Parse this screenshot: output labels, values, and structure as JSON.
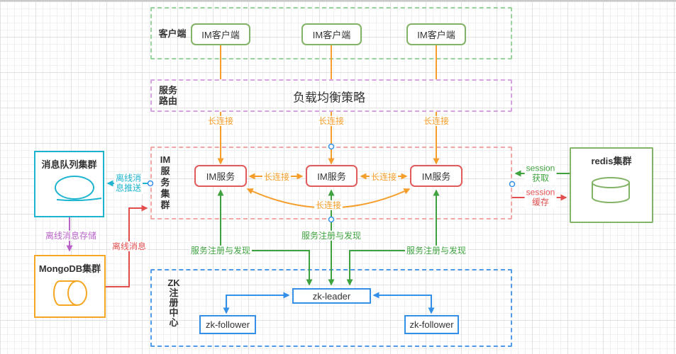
{
  "colors": {
    "orange": "#f59e2c",
    "green_arrow": "#3fa23f",
    "green_box_border": "#82b366",
    "green_container_dash": "#9bd39e",
    "red_box_border": "#e05b5b",
    "red_container_dash": "#f2a6a6",
    "red_arrow": "#e34f4f",
    "cyan": "#1db4cf",
    "purple_arrow": "#b963c9",
    "purple_container_dash": "#d6a3e0",
    "blue": "#338fe8",
    "mongo_orange": "#f5a623",
    "text": "#333333"
  },
  "client_section": {
    "label": "客户端",
    "boxes": [
      "IM客户端",
      "IM客户端",
      "IM客户端"
    ]
  },
  "routing_section": {
    "label": "服务\n路由",
    "strategy": "负载均衡策略"
  },
  "im_section": {
    "label": "IM\n服\n务\n集\n群",
    "boxes": [
      "IM服务",
      "IM服务",
      "IM服务"
    ]
  },
  "zk_section": {
    "label": "ZK\n注\n册\n中\n心",
    "leader": "zk-leader",
    "followers": [
      "zk-follower",
      "zk-follower"
    ]
  },
  "mq_cluster": {
    "title": "消息队列集群",
    "icon": "queue-loop-icon"
  },
  "mongo_cluster": {
    "title": "MongoDB集群",
    "icon": "horizontal-cylinder-icon"
  },
  "redis_cluster": {
    "title": "redis集群",
    "icon": "database-cylinder-icon"
  },
  "edge_labels": {
    "long_connection": "长连接",
    "service_registry": "服务注册与发现",
    "offline_push": "离线消\n息推送",
    "offline_store": "离线消息存储",
    "offline_message": "离线消息",
    "session_get": "session\n获取",
    "session_cache": "session\n缓存"
  }
}
